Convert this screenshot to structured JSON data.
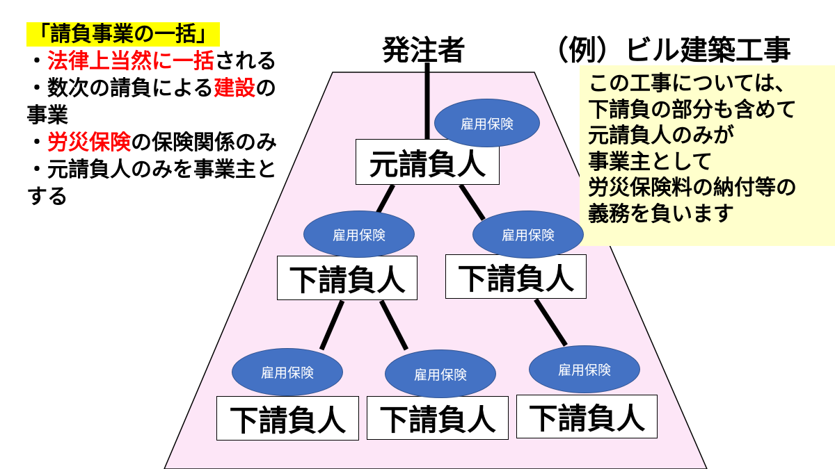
{
  "colors": {
    "trapezoid_fill": "#fde6f7",
    "oval_fill": "#4472c4",
    "note_bg": "#ffffcc",
    "highlight": "#ffff00",
    "emphasis": "#ff0000"
  },
  "left": {
    "heading": "「請負事業の一括」",
    "lines": [
      {
        "before": "・",
        "red": "法律上当然に一括",
        "after": "される"
      },
      {
        "before": "・数次の請負による",
        "red": "建設",
        "after": "の"
      },
      {
        "before": "事業",
        "red": "",
        "after": ""
      },
      {
        "before": "・",
        "red": "労災保険",
        "after": "の保険関係のみ"
      },
      {
        "before": "・元請負人のみを事業主と",
        "red": "",
        "after": ""
      },
      {
        "before": "する",
        "red": "",
        "after": ""
      }
    ]
  },
  "top": {
    "orderer": "発注者",
    "example": "（例）ビル建築工事"
  },
  "note": {
    "lines": [
      "この工事については、",
      "下請負の部分も含めて",
      "元請負人のみが",
      "事業主として",
      "労災保険料の納付等の",
      "義務を負います"
    ]
  },
  "diagram": {
    "prime": {
      "label": "元請負人",
      "insurance": "雇用保険"
    },
    "subs_level1": [
      {
        "label": "下請負人",
        "insurance": "雇用保険"
      },
      {
        "label": "下請負人",
        "insurance": "雇用保険"
      }
    ],
    "subs_level2": [
      {
        "label": "下請負人",
        "insurance": "雇用保険"
      },
      {
        "label": "下請負人",
        "insurance": "雇用保険"
      },
      {
        "label": "下請負人",
        "insurance": "雇用保険"
      }
    ]
  }
}
